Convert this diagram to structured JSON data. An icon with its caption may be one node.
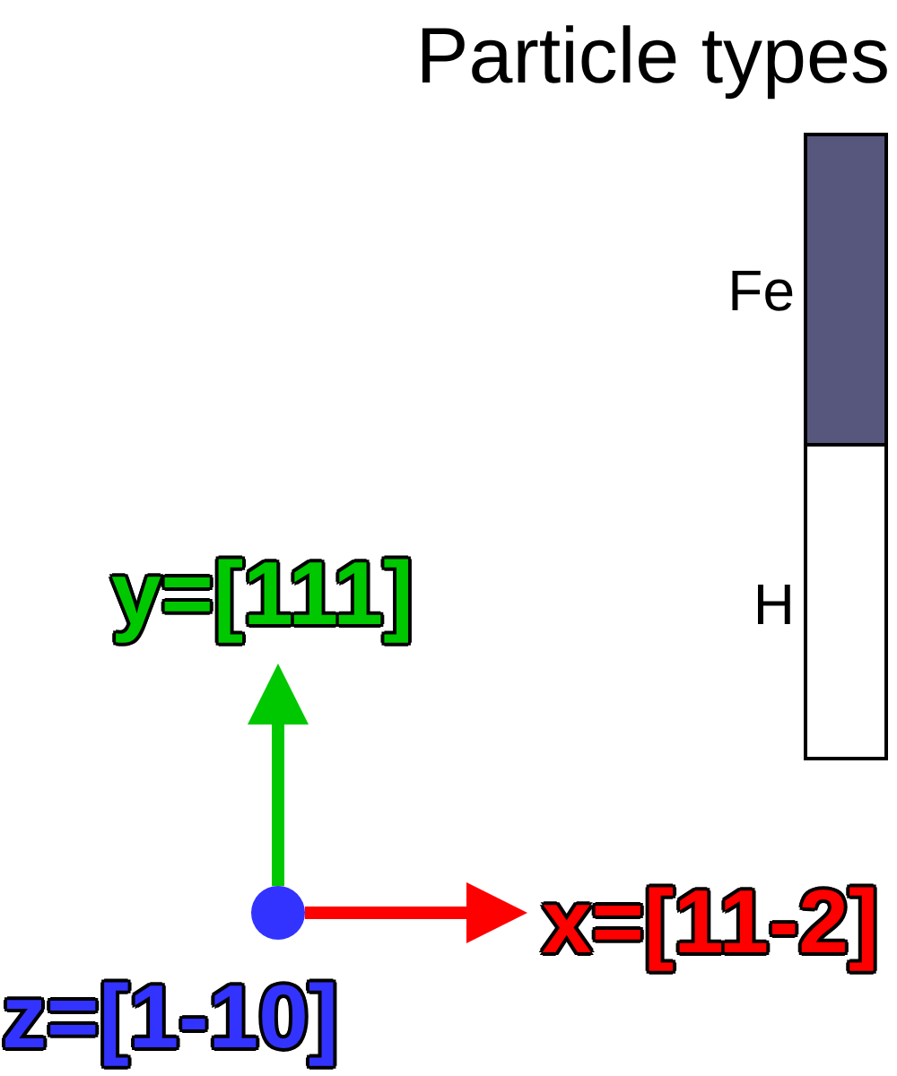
{
  "diagram": {
    "labels": [
      "Particle types",
      "y=[111]",
      "x=[11-2]",
      "z=[1-10]"
    ],
    "legend": [
      {
        "text": "Fe",
        "color": "#57577d"
      },
      {
        "text": "H",
        "color": "#ffffff"
      }
    ]
  }
}
